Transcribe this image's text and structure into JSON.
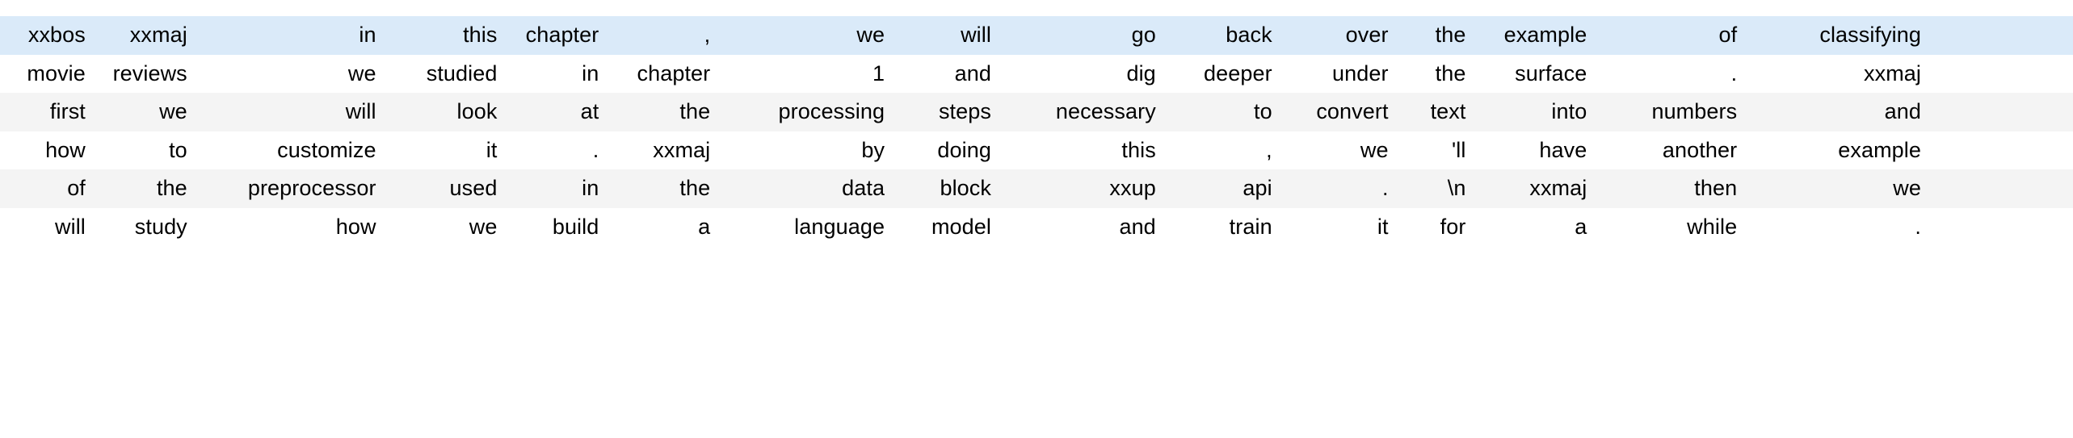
{
  "table": {
    "num_columns": 16,
    "num_rows": 6,
    "alignment": "right",
    "colors": {
      "highlight_row": "#daeaf9",
      "white_row": "#ffffff",
      "grey_row": "#f4f4f4",
      "text": "#000000",
      "background": "#ffffff"
    },
    "row_styles": [
      "row-highlight",
      "row-white",
      "row-grey",
      "row-white",
      "row-grey",
      "row-white"
    ],
    "rows": [
      [
        "xxbos",
        "xxmaj",
        "in",
        "this",
        "chapter",
        ",",
        "we",
        "will",
        "go",
        "back",
        "over",
        "the",
        "example",
        "of",
        "classifying"
      ],
      [
        "movie",
        "reviews",
        "we",
        "studied",
        "in",
        "chapter",
        "1",
        "and",
        "dig",
        "deeper",
        "under",
        "the",
        "surface",
        ".",
        "xxmaj"
      ],
      [
        "first",
        "we",
        "will",
        "look",
        "at",
        "the",
        "processing",
        "steps",
        "necessary",
        "to",
        "convert",
        "text",
        "into",
        "numbers",
        "and"
      ],
      [
        "how",
        "to",
        "customize",
        "it",
        ".",
        "xxmaj",
        "by",
        "doing",
        "this",
        ",",
        "we",
        "'ll",
        "have",
        "another",
        "example"
      ],
      [
        "of",
        "the",
        "preprocessor",
        "used",
        "in",
        "the",
        "data",
        "block",
        "xxup",
        "api",
        ".",
        "\\n",
        "xxmaj",
        "then",
        "we"
      ],
      [
        "will",
        "study",
        "how",
        "we",
        "build",
        "a",
        "language",
        "model",
        "and",
        "train",
        "it",
        "for",
        "a",
        "while",
        "."
      ]
    ]
  }
}
